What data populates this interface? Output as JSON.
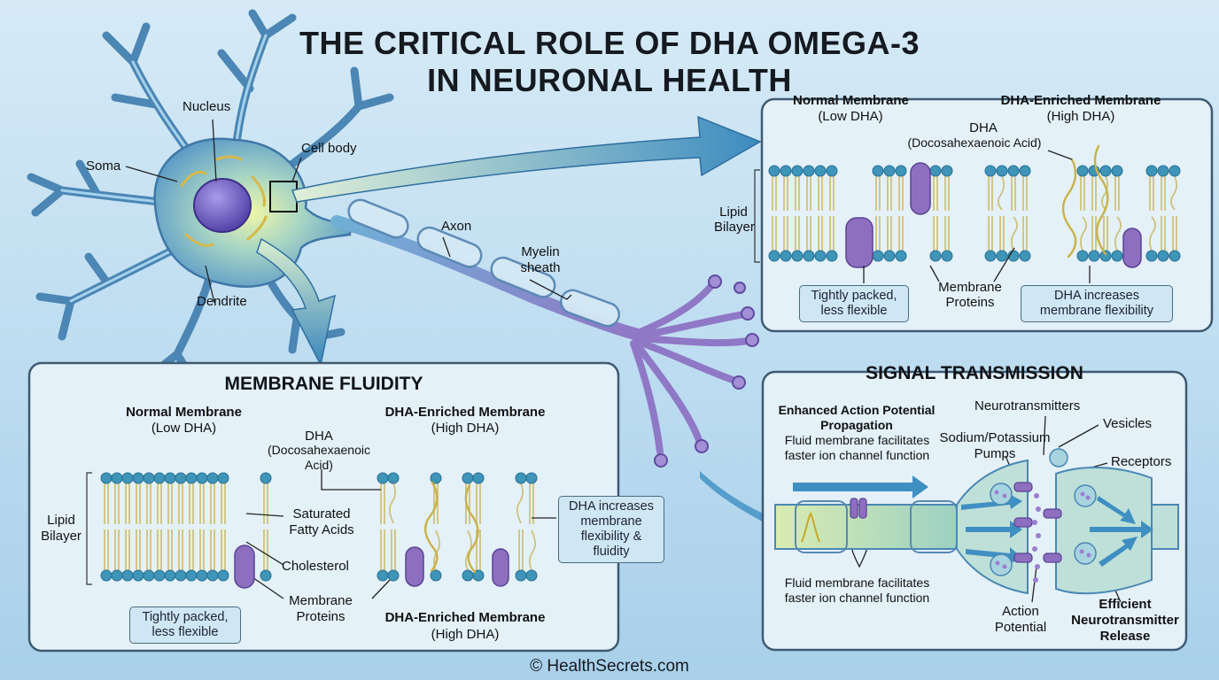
{
  "title": {
    "line1": "THE CRITICAL ROLE OF DHA OMEGA-3",
    "line2": "IN NEURONAL HEALTH"
  },
  "neuron_labels": {
    "nucleus": "Nucleus",
    "cell_body": "Cell body",
    "soma": "Soma",
    "dendrite": "Dendrite",
    "axon": "Axon",
    "myelin_sheath": "Myelin sheath"
  },
  "membrane_top": {
    "normal_title": "Normal Membrane",
    "normal_sub": "(Low DHA)",
    "enriched_title": "DHA-Enriched Membrane",
    "enriched_sub": "(High DHA)",
    "dha_label": "DHA",
    "dha_full": "(Docosahexaenoic Acid)",
    "lipid_bilayer": "Lipid Bilayer",
    "membrane_proteins": "Membrane Proteins",
    "callout_left": "Tightly packed, less flexible",
    "callout_right": "DHA increases membrane flexibility"
  },
  "membrane_fluidity": {
    "panel_title": "MEMBRANE FLUIDITY",
    "normal_title": "Normal Membrane",
    "normal_sub": "(Low DHA)",
    "enriched_title": "DHA-Enriched Membrane",
    "enriched_sub": "(High DHA)",
    "dha_label": "DHA",
    "dha_full": "(Docosahexaenoic Acid)",
    "lipid_bilayer": "Lipid Bilayer",
    "saturated_fatty_acids": "Saturated Fatty Acids",
    "cholesterol": "Cholesterol",
    "membrane_proteins": "Membrane Proteins",
    "bottom_enriched_title": "DHA-Enriched Membrane",
    "bottom_enriched_sub": "(High DHA)",
    "callout_left": "Tightly packed, less flexible",
    "callout_right": "DHA increases membrane flexibility & fluidity"
  },
  "signal_transmission": {
    "panel_title": "SIGNAL TRANSMISSION",
    "enhanced_title": "Enhanced Action Potential Propagation",
    "enhanced_text": "Fluid membrane facilitates faster ion channel function",
    "neurotransmitters": "Neurotransmitters",
    "vesicles": "Vesicles",
    "sodium_potassium": "Sodium/Potassium Pumps",
    "receptors": "Receptors",
    "fluid_text": "Fluid membrane facilitates faster ion channel function",
    "action_potential": "Action Potential",
    "efficient_release": "Efficient Neurotransmitter Release"
  },
  "footer": "© HealthSecrets.com",
  "colors": {
    "background": "#c4e1f2",
    "panel_fill": "#e4f1f9",
    "panel_border": "#3e5a72",
    "head_blue": "#3e95b8",
    "tail_yellow": "#cfc27a",
    "protein_purple": "#8e6fbf",
    "neuron_blue": "#7db6d8",
    "arrow_blue": "#3f8fc2"
  },
  "icons": [
    "lipid-head-icon",
    "protein-icon",
    "arrow-icon",
    "vesicle-icon"
  ]
}
